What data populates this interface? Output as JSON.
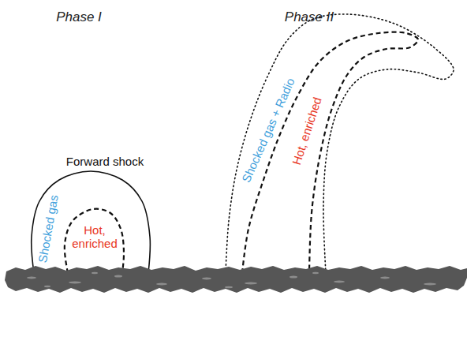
{
  "diagram": {
    "nodes": [
      {
        "text": [
          "Forward shock",
          "Shocked gas"
        ]
      },
      {
        "text": [
          "Hot, enriched"
        ],
        "in": 0
      },
      {
        "text": [
          "Shocked gas + Radio"
        ]
      },
      {
        "text": [
          "Hot, enriched"
        ],
        "in": 2
      }
    ],
    "labels": [
      "Phase I",
      "Phase II"
    ]
  }
}
